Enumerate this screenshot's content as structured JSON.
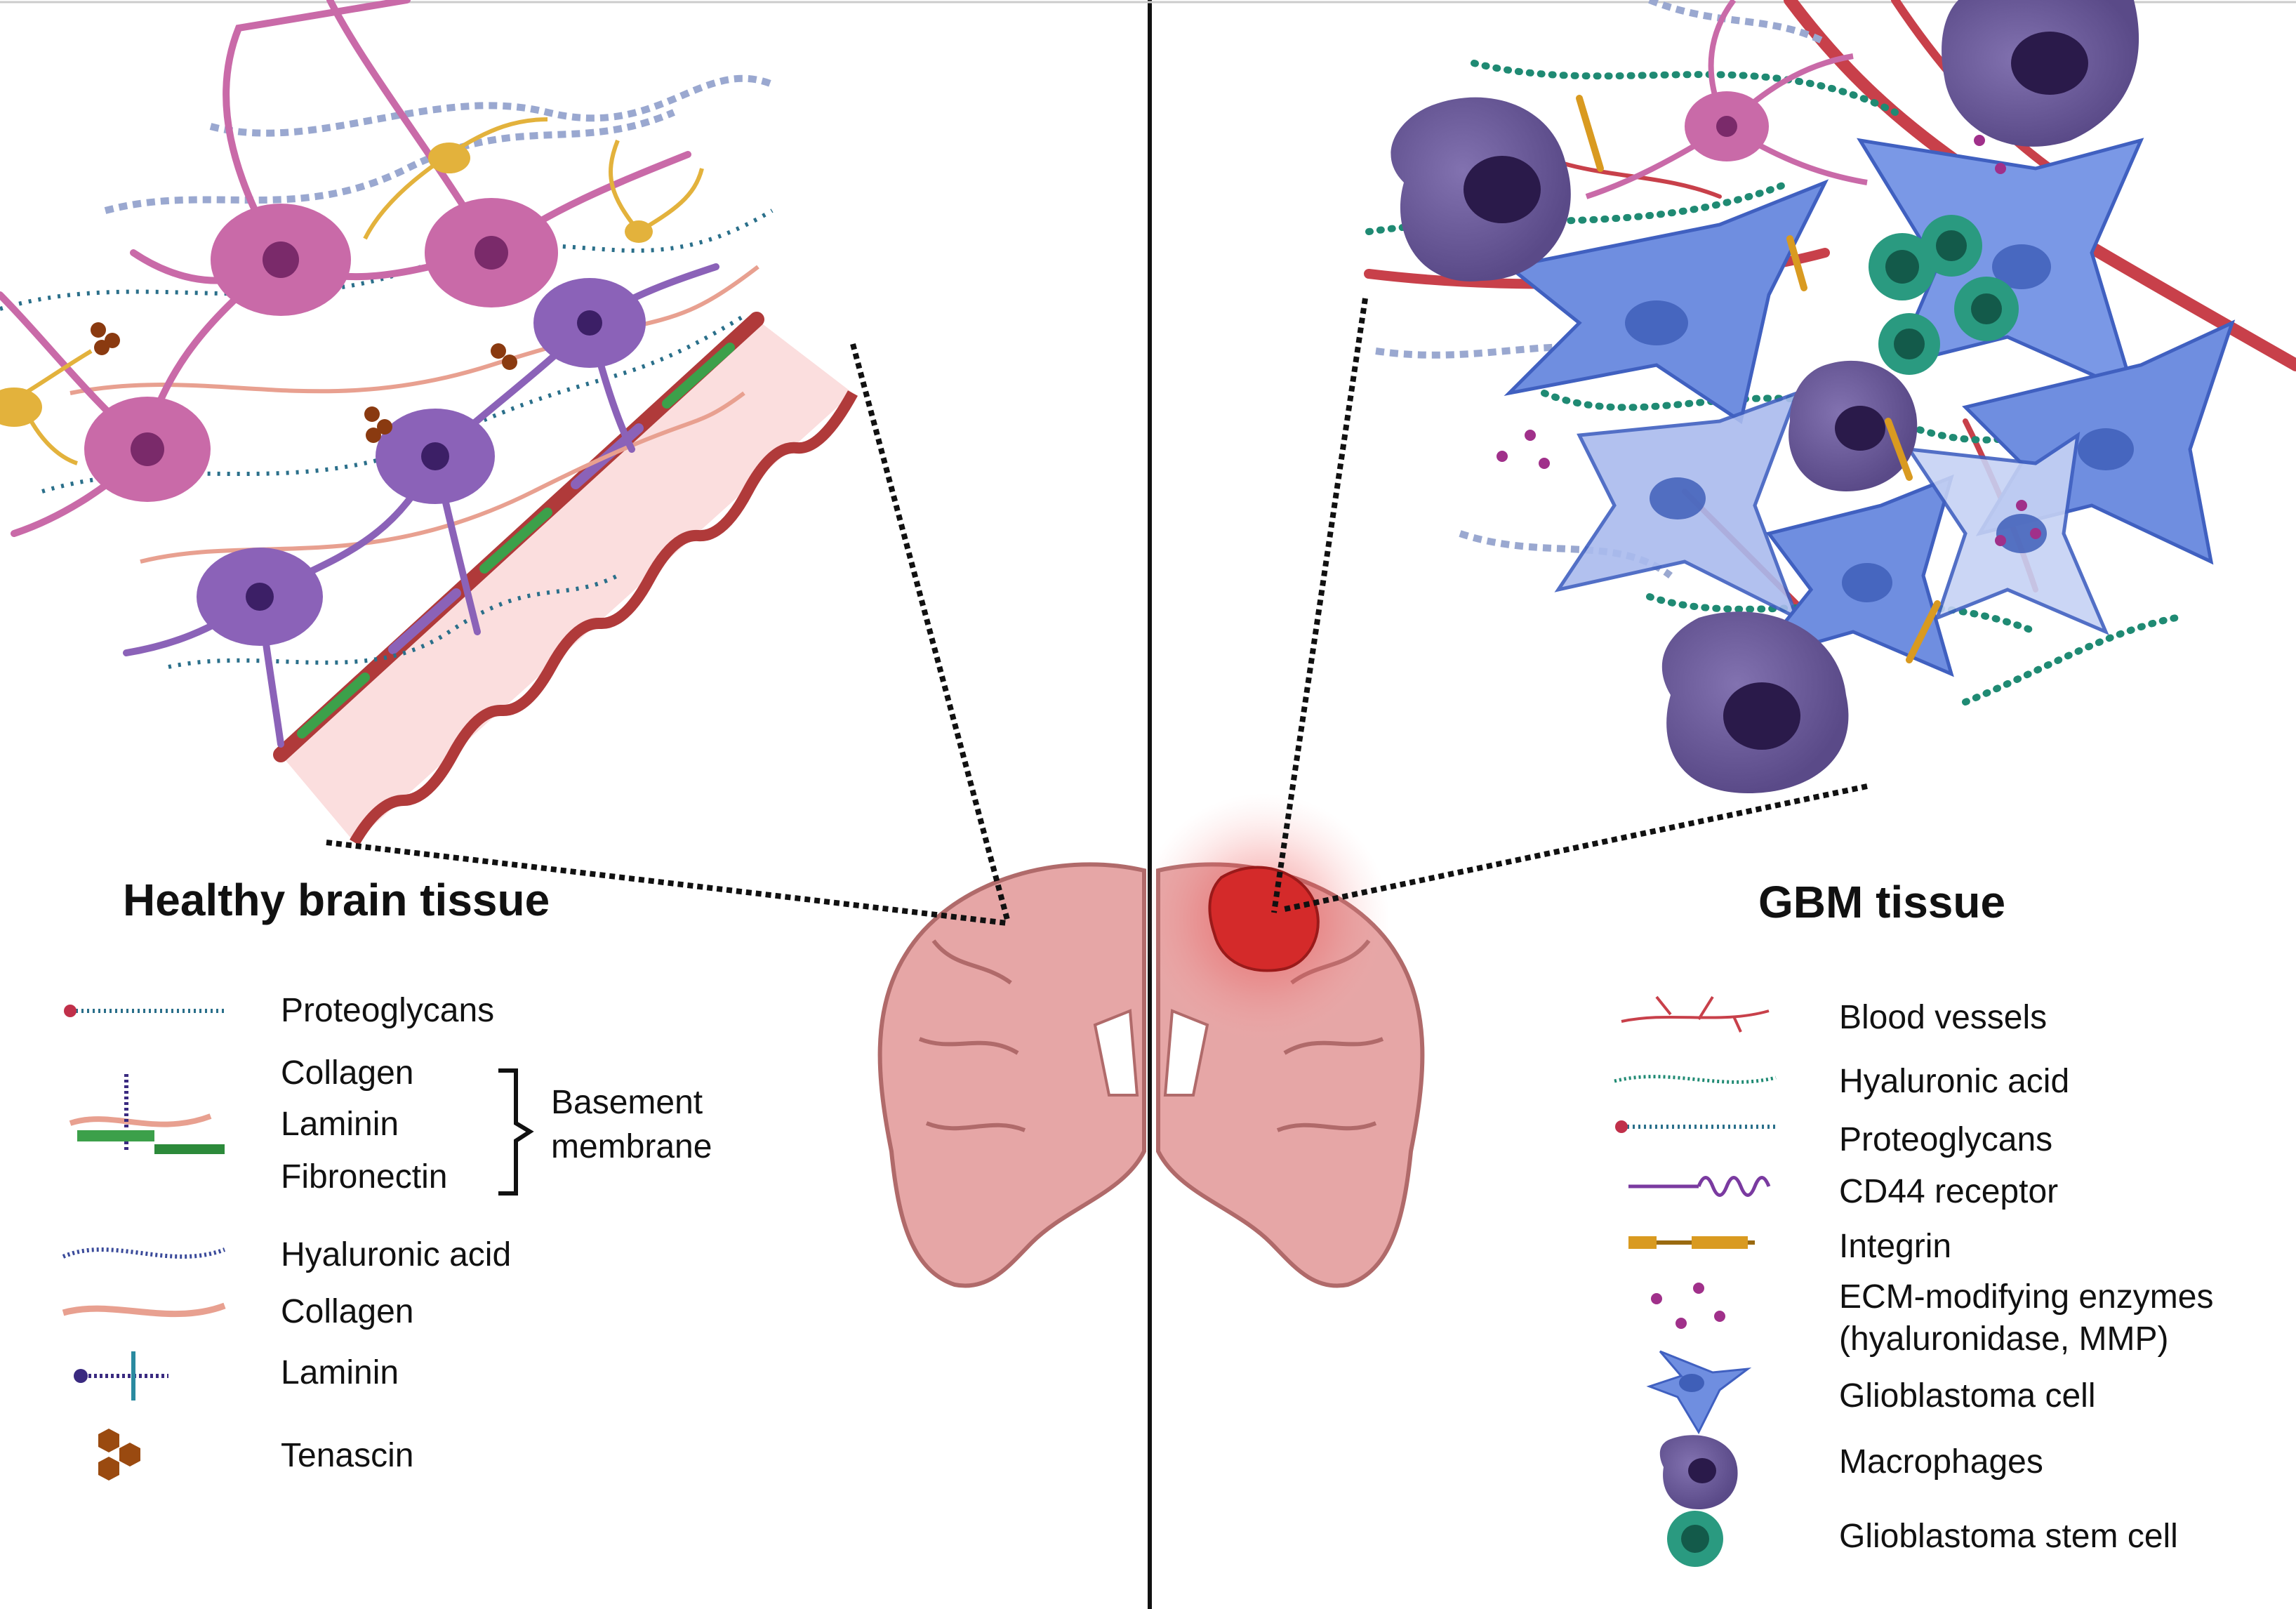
{
  "titles": {
    "healthy": "Healthy brain tissue",
    "gbm": "GBM tissue"
  },
  "healthy_legend": {
    "proteoglycans": "Proteoglycans",
    "collagen_bm": "Collagen",
    "laminin_bm": "Laminin",
    "fibronectin_bm": "Fibronectin",
    "basement_line1": "Basement",
    "basement_line2": "membrane",
    "hyaluronic_acid": "Hyaluronic acid",
    "collagen": "Collagen",
    "laminin": "Laminin",
    "tenascin": "Tenascin"
  },
  "gbm_legend": {
    "blood_vessels": "Blood vessels",
    "hyaluronic_acid": "Hyaluronic acid",
    "proteoglycans": "Proteoglycans",
    "cd44": "CD44 receptor",
    "integrin": "Integrin",
    "enzymes_line1": "ECM-modifying enzymes",
    "enzymes_line2": "(hyaluronidase, MMP)",
    "gbm_cell": "Glioblastoma cell",
    "macrophages": "Macrophages",
    "stem_cell": "Glioblastoma stem cell"
  },
  "colors": {
    "neuron_pink": "#c96aa8",
    "astrocyte_purple": "#8b62b8",
    "glia_yellow": "#e3b23c",
    "vessel_pink": "#f9d6d6",
    "vessel_red": "#b83232",
    "gbm_cell_blue": "#5f7fd8",
    "macrophage_purple": "#6c5a9a",
    "stem_cell_teal": "#1f8a73",
    "tumor_red": "#d42a2a",
    "brain_pink": "#e6a3a3"
  }
}
